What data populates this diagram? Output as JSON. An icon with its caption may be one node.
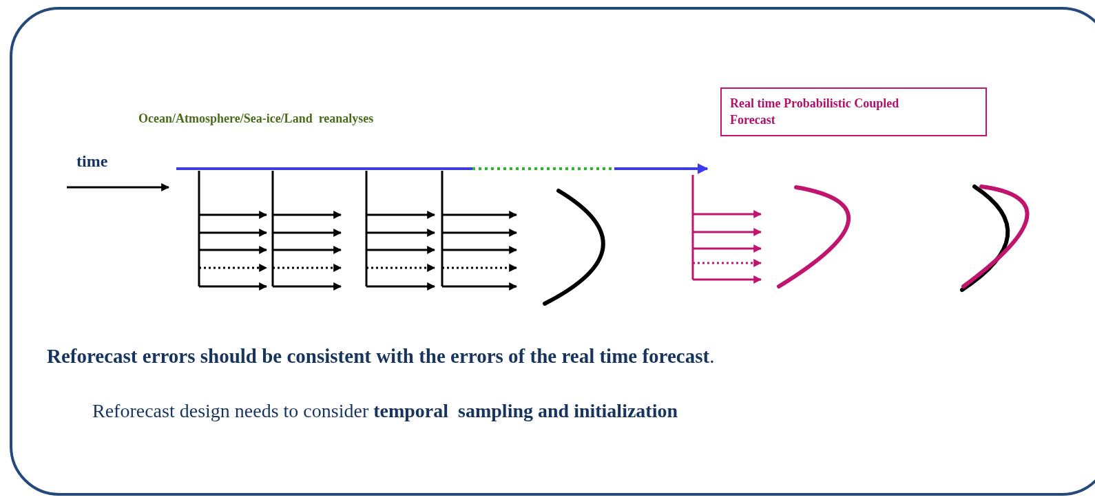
{
  "diagram": {
    "nodes": [
      {
        "text": [
          "Real time Probabilistic Coupled Forecast"
        ]
      }
    ],
    "labels": [
      "Ocean/Atmosphere/Sea-ice/Land  reanalyses",
      "time",
      "**Reforecast errors should be consistent with the errors of the real time forecast**.",
      "Reforecast design needs to consider **temporal  sampling and initialization**"
    ]
  }
}
